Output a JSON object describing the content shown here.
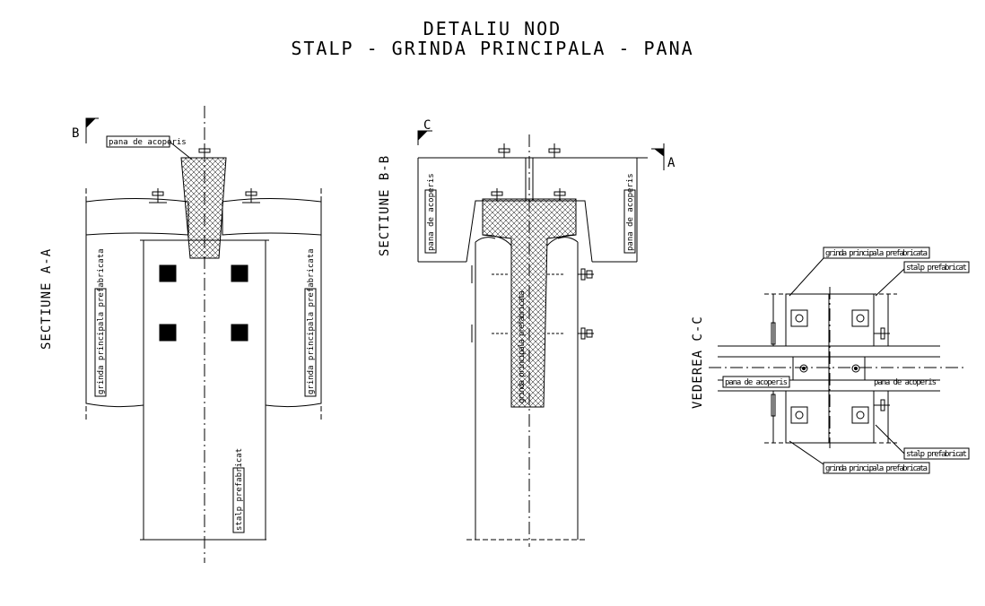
{
  "title": {
    "line1": "DETALIU NOD",
    "line2": "STALP - GRINDA PRINCIPALA - PANA"
  },
  "section_a": {
    "heading": "SECTIUNE A-A",
    "marker": "B",
    "label_pana": "pana de acoperis",
    "label_grinda_left": "grinda principala prefabricata",
    "label_grinda_right": "grinda principala prefabricata",
    "label_stalp": "stalp prefabricat"
  },
  "section_b": {
    "heading": "SECTIUNE B-B",
    "marker_c": "C",
    "marker_a": "A",
    "label_pana_left": "pana de acoperis",
    "label_pana_right": "pana de acoperis",
    "label_grinda": "grinda principala prefabricata"
  },
  "view_c": {
    "heading": "VEDEREA C-C",
    "label_grinda_top": "grinda principala prefabricata",
    "label_stalp_top": "stalp prefabricat",
    "label_pana_left": "pana de acoperis",
    "label_pana_right": "pana de acoperis",
    "label_stalp_bottom": "stalp prefabricat",
    "label_grinda_bottom": "grinda principala prefabricata"
  },
  "colors": {
    "line": "#000000",
    "fill_black": "#000000",
    "background": "#ffffff"
  }
}
